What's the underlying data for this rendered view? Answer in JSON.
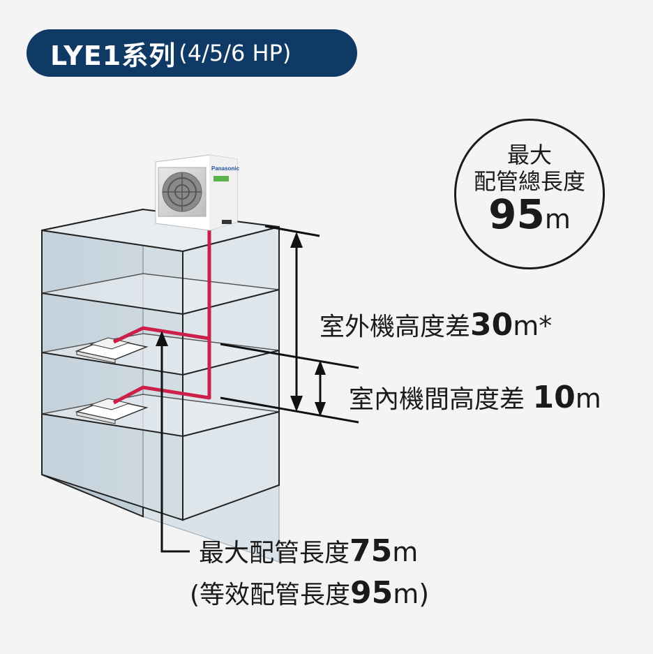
{
  "title": {
    "main": "LYE1系列",
    "sub": "(4/5/6 HP)"
  },
  "outdoor_unit": {
    "brand": "Panasonic"
  },
  "total_piping_badge": {
    "line1": "最大",
    "line2": "配管總長度",
    "value": "95",
    "unit": "m"
  },
  "outdoor_height_diff": {
    "label": "室外機高度差",
    "value": "30",
    "unit": "m*"
  },
  "indoor_height_diff": {
    "label": "室內機間高度差 ",
    "value": "10",
    "unit": "m"
  },
  "max_piping_length": {
    "label": "最大配管長度",
    "value": "75",
    "unit": "m"
  },
  "equivalent_length": {
    "prefix": "(等效配管長度",
    "value": "95",
    "unit": "m)"
  },
  "colors": {
    "badge_bg": "#0f3a66",
    "pipe": "#cc1f4a",
    "building_glass": "#c6d3dc",
    "building_side": "#b2c1cd",
    "outline": "#222222"
  }
}
